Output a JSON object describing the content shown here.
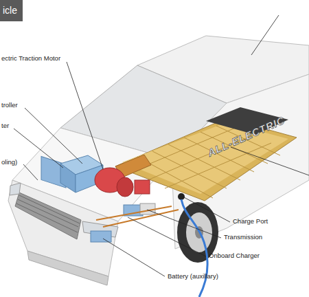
{
  "diagram": {
    "title": "icle",
    "labels": [
      "ectric Traction Motor",
      "troller",
      "ter",
      "oling)",
      "ALL-ELECTRIC",
      "Charge Port",
      "Transmission",
      "Onboard Charger",
      "Battery (auxillary)"
    ]
  }
}
